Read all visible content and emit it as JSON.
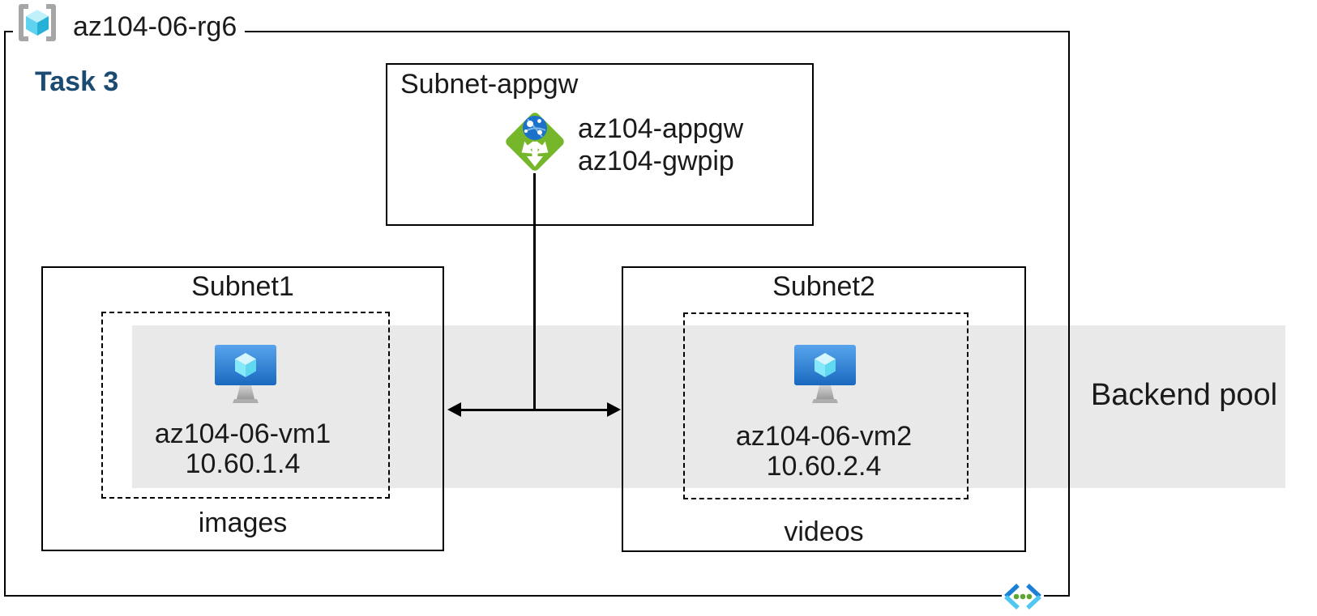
{
  "resource_group": {
    "name": "az104-06-rg6"
  },
  "task_label": "Task 3",
  "subnet_appgw": {
    "label": "Subnet-appgw",
    "gateway_name": "az104-appgw",
    "public_ip_name": "az104-gwpip"
  },
  "subnet1": {
    "label": "Subnet1",
    "vm_name": "az104-06-vm1",
    "vm_ip": "10.60.1.4",
    "caption": "images"
  },
  "subnet2": {
    "label": "Subnet2",
    "vm_name": "az104-06-vm2",
    "vm_ip": "10.60.2.4",
    "caption": "videos"
  },
  "backend_pool": {
    "label": "Backend pool"
  },
  "icons": {
    "resource_group": "gray-brackets-with-cyan-cube",
    "application_gateway": "green-diamond-three-arrows-globe",
    "virtual_machine": "blue-monitor-with-cube",
    "code": "angle-brackets-with-three-dots"
  },
  "colors": {
    "task_text": "#1C4B71",
    "backend_pool_band": "#E9E9E9",
    "appgw_green": "#76B62B",
    "globe_blue": "#1C72C8",
    "vm_screen_top": "#58A4EC",
    "vm_screen_bottom": "#1A69C0",
    "cube_cyan": "#50E6FF",
    "bracket_gray": "#A6A6A6",
    "outline_black": "#000000"
  }
}
